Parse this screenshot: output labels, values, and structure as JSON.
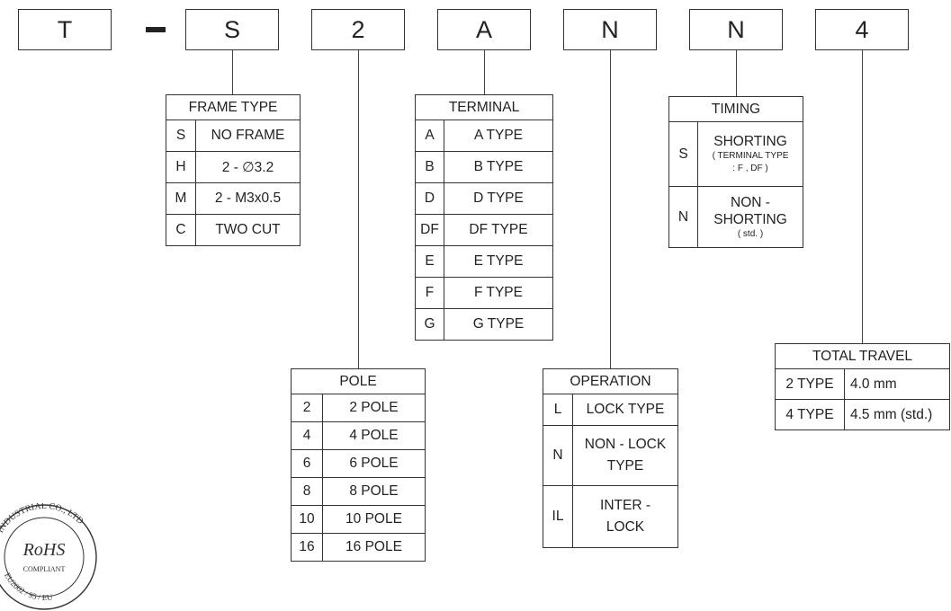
{
  "codes": [
    "T",
    "S",
    "2",
    "A",
    "N",
    "N",
    "4"
  ],
  "frame": {
    "title": "FRAME  TYPE",
    "rows": [
      [
        "S",
        "NO FRAME"
      ],
      [
        "H",
        "2 - ∅3.2"
      ],
      [
        "M",
        "2 - M3x0.5"
      ],
      [
        "C",
        "TWO CUT"
      ]
    ]
  },
  "pole": {
    "title": "POLE",
    "rows": [
      [
        "2",
        "2  POLE"
      ],
      [
        "4",
        "4  POLE"
      ],
      [
        "6",
        "6  POLE"
      ],
      [
        "8",
        "8  POLE"
      ],
      [
        "10",
        "10  POLE"
      ],
      [
        "16",
        "16  POLE"
      ]
    ]
  },
  "terminal": {
    "title": "TERMINAL",
    "rows": [
      [
        "A",
        "A  TYPE"
      ],
      [
        "B",
        "B  TYPE"
      ],
      [
        "D",
        "D  TYPE"
      ],
      [
        "DF",
        "DF  TYPE"
      ],
      [
        "E",
        "E  TYPE"
      ],
      [
        "F",
        "F  TYPE"
      ],
      [
        "G",
        "G  TYPE"
      ]
    ]
  },
  "operation": {
    "title": "OPERATION",
    "rows": [
      {
        "code": "L",
        "line1": "LOCK  TYPE",
        "line2": ""
      },
      {
        "code": "N",
        "line1": "NON - LOCK",
        "line2": "TYPE"
      },
      {
        "code": "IL",
        "line1": "INTER -",
        "line2": "LOCK"
      }
    ]
  },
  "timing": {
    "title": "TIMING",
    "rows": [
      {
        "code": "S",
        "line1": "SHORTING",
        "line2": "",
        "note1": "( TERMINAL TYPE",
        "note2": ": F , DF )"
      },
      {
        "code": "N",
        "line1": "NON -",
        "line2": "SHORTING",
        "note1": "( std. )",
        "note2": ""
      }
    ]
  },
  "travel": {
    "title": "TOTAL TRAVEL",
    "rows": [
      [
        "2 TYPE",
        "4.0 mm"
      ],
      [
        "4 TYPE",
        "4.5 mm (std.)"
      ]
    ]
  },
  "logo": {
    "top": "YING  INDUSTRIAL  CO.,  LTD",
    "center": "RoHS",
    "sub": "COMPLIANT",
    "bottom": "EU2002 / 95 / EU"
  }
}
